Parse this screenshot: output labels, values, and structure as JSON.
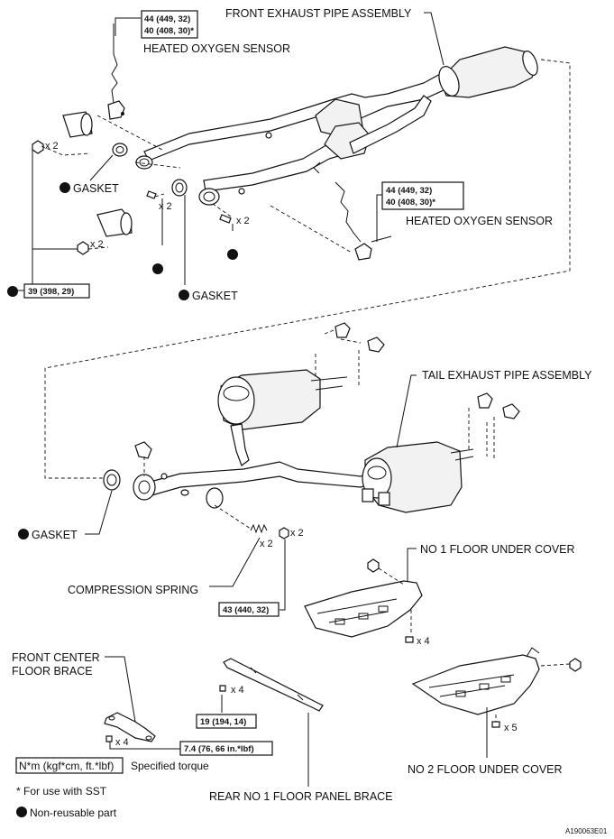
{
  "labels": {
    "front_exhaust_pipe": "FRONT EXHAUST PIPE ASSEMBLY",
    "heated_oxygen_sensor_1": "HEATED OXYGEN SENSOR",
    "heated_oxygen_sensor_2": "HEATED OXYGEN SENSOR",
    "gasket_1": "GASKET",
    "gasket_2": "GASKET",
    "gasket_3": "GASKET",
    "tail_exhaust_pipe": "TAIL EXHAUST PIPE ASSEMBLY",
    "no1_floor_under_cover": "NO  1 FLOOR UNDER COVER",
    "compression_spring": "COMPRESSION SPRING",
    "front_center_floor_brace_line1": "FRONT CENTER",
    "front_center_floor_brace_line2": "FLOOR BRACE",
    "rear_no1_floor_panel_brace": "REAR NO  1 FLOOR PANEL BRACE",
    "no2_floor_under_cover": "NO  2 FLOOR UNDER COVER",
    "image_code": "A190063E01"
  },
  "torques": {
    "sensor1_line1": "44 (449, 32)",
    "sensor1_line2": "40 (408, 30)*",
    "sensor2_line1": "44 (449, 32)",
    "sensor2_line2": "40 (408, 30)*",
    "flange_nut": "39 (398, 29)",
    "spring_bolt": "43 (440, 32)",
    "panel_brace": "19 (194, 14)",
    "center_brace": "7.4 (76, 66 in.*lbf)"
  },
  "counts": {
    "nut_upper": "x 2",
    "nut_lower": "x 2",
    "bolt_a": "x 2",
    "bolt_b": "x 2",
    "spring_x2": "x 2",
    "spring_bolt_x2": "x 2",
    "cover1_x4": "x 4",
    "panel_x4": "x 4",
    "center_x4": "x 4",
    "cover2_x5": "x 5"
  },
  "legend": {
    "unit_box": "N*m (kgf*cm, ft.*lbf)",
    "unit_desc": "Specified torque",
    "sst_note": "* For use with SST",
    "nonreusable": "Non-reusable part"
  }
}
